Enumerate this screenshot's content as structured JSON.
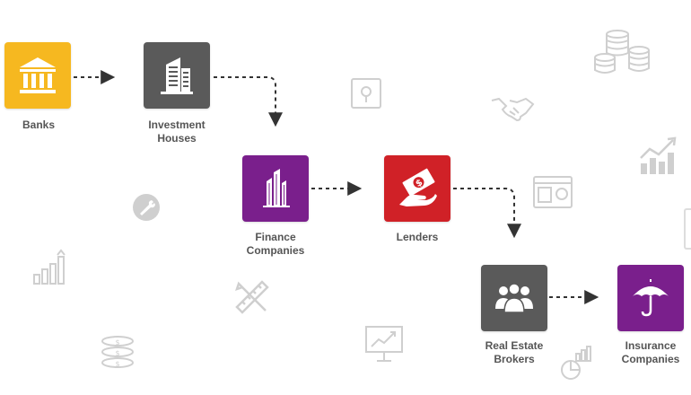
{
  "colors": {
    "banks": "#F6B820",
    "investment_houses": "#5A5A5A",
    "finance_companies": "#7A1F8C",
    "lenders": "#D02127",
    "real_estate_brokers": "#5A5A5A",
    "insurance_companies": "#7A1F8C",
    "connector": "#333333",
    "background_icon": "#bdbdbd"
  },
  "nodes": {
    "banks": {
      "label": "Banks",
      "icon": "bank-icon"
    },
    "investment_houses": {
      "label": "Investment\nHouses",
      "icon": "building-icon"
    },
    "finance_companies": {
      "label": "Finance\nCompanies",
      "icon": "skyscraper-icon"
    },
    "lenders": {
      "label": "Lenders",
      "icon": "money-hand-icon"
    },
    "real_estate_brokers": {
      "label": "Real Estate\nBrokers",
      "icon": "people-group-icon"
    },
    "insurance_companies": {
      "label": "Insurance\nCompanies",
      "icon": "umbrella-icon"
    }
  },
  "background_icons": [
    "coins-stack-icon",
    "clipboard-icon",
    "handshake-icon",
    "bar-chart-up-icon",
    "dashboard-icon",
    "wrench-icon",
    "bar-chart-arrow-icon",
    "ruler-pencil-icon",
    "presentation-chart-icon",
    "coins-icon",
    "analytics-icon"
  ]
}
